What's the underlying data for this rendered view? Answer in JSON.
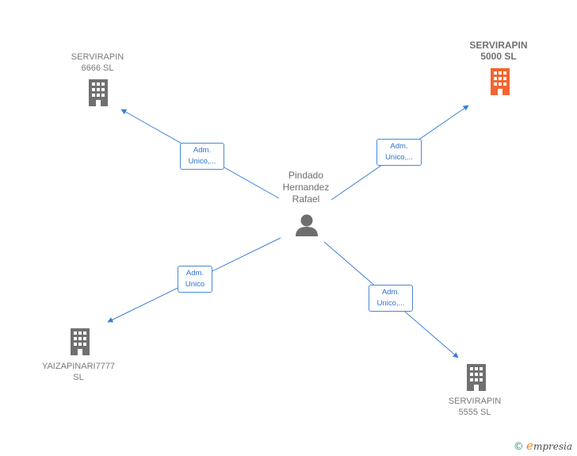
{
  "diagram": {
    "center": {
      "name_lines": [
        "Pindado",
        "Hernandez",
        "Rafael"
      ],
      "icon": "person-icon"
    },
    "companies": [
      {
        "id": "servirapin-6666",
        "name_lines": [
          "SERVIRAPIN",
          "6666  SL"
        ],
        "icon": "building-icon",
        "color": "#707070",
        "highlighted": false
      },
      {
        "id": "servirapin-5000",
        "name_lines": [
          "SERVIRAPIN",
          "5000  SL"
        ],
        "icon": "building-icon",
        "color": "#f26531",
        "highlighted": true
      },
      {
        "id": "yaizapinari7777",
        "name_lines": [
          "YAIZAPINARI7777",
          "SL"
        ],
        "icon": "building-icon",
        "color": "#707070",
        "highlighted": false
      },
      {
        "id": "servirapin-5555",
        "name_lines": [
          "SERVIRAPIN",
          "5555  SL"
        ],
        "icon": "building-icon",
        "color": "#707070",
        "highlighted": false
      }
    ],
    "relations": [
      {
        "to": "servirapin-6666",
        "lines": [
          "Adm.",
          "Unico,..."
        ]
      },
      {
        "to": "servirapin-5000",
        "lines": [
          "Adm.",
          "Unico,..."
        ]
      },
      {
        "to": "yaizapinari7777",
        "lines": [
          "Adm.",
          "Unico"
        ]
      },
      {
        "to": "servirapin-5555",
        "lines": [
          "Adm.",
          "Unico,..."
        ]
      }
    ],
    "edge_color": "#3a7fd5"
  },
  "brand": {
    "copyright": "©",
    "initial": "e",
    "rest": "mpresia"
  }
}
